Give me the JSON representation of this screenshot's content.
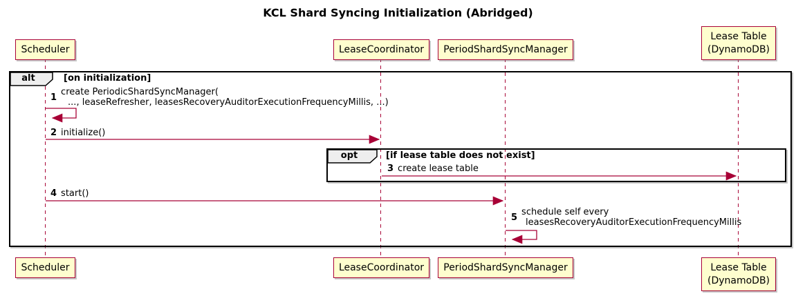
{
  "title": "KCL Shard Syncing Initialization (Abridged)",
  "participants": [
    {
      "name": "Scheduler"
    },
    {
      "name": "LeaseCoordinator"
    },
    {
      "name": "PeriodShardSyncManager"
    },
    {
      "name": "Lease Table",
      "name2": "(DynamoDB)"
    }
  ],
  "frames": {
    "alt": {
      "label": "alt",
      "condition": "[on initialization]"
    },
    "opt": {
      "label": "opt",
      "condition": "[if lease table does not exist]"
    }
  },
  "messages": [
    {
      "num": "1",
      "line1": "create PeriodicShardSyncManager(",
      "line2": "..., leaseRefresher, leasesRecoveryAuditorExecutionFrequencyMillis, ...)"
    },
    {
      "num": "2",
      "text": "initialize()"
    },
    {
      "num": "3",
      "text": "create lease table"
    },
    {
      "num": "4",
      "text": "start()"
    },
    {
      "num": "5",
      "line1": "schedule self every",
      "line2": "leasesRecoveryAuditorExecutionFrequencyMillis"
    }
  ],
  "colors": {
    "participant_fill": "#FEFECE",
    "participant_border": "#A80036",
    "arrow": "#A80036",
    "lifeline": "#A80036",
    "frame_border": "#000000",
    "frame_label_fill": "#EEEEEE"
  }
}
